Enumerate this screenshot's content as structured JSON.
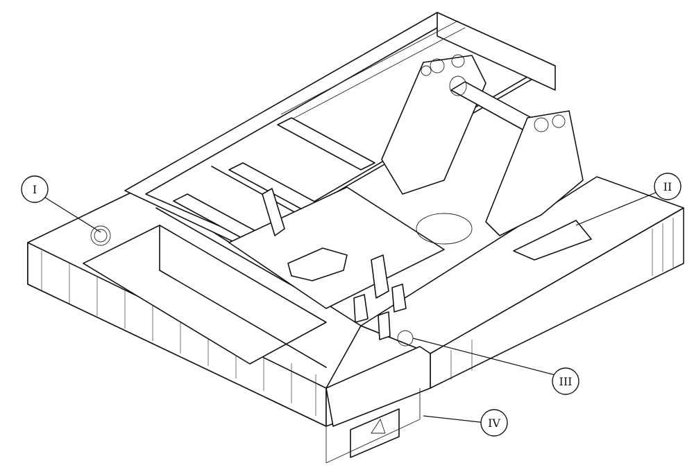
{
  "diagram": {
    "callouts": [
      {
        "id": "I",
        "label": "I"
      },
      {
        "id": "II",
        "label": "II"
      },
      {
        "id": "III",
        "label": "III"
      },
      {
        "id": "IV",
        "label": "IV"
      }
    ]
  }
}
